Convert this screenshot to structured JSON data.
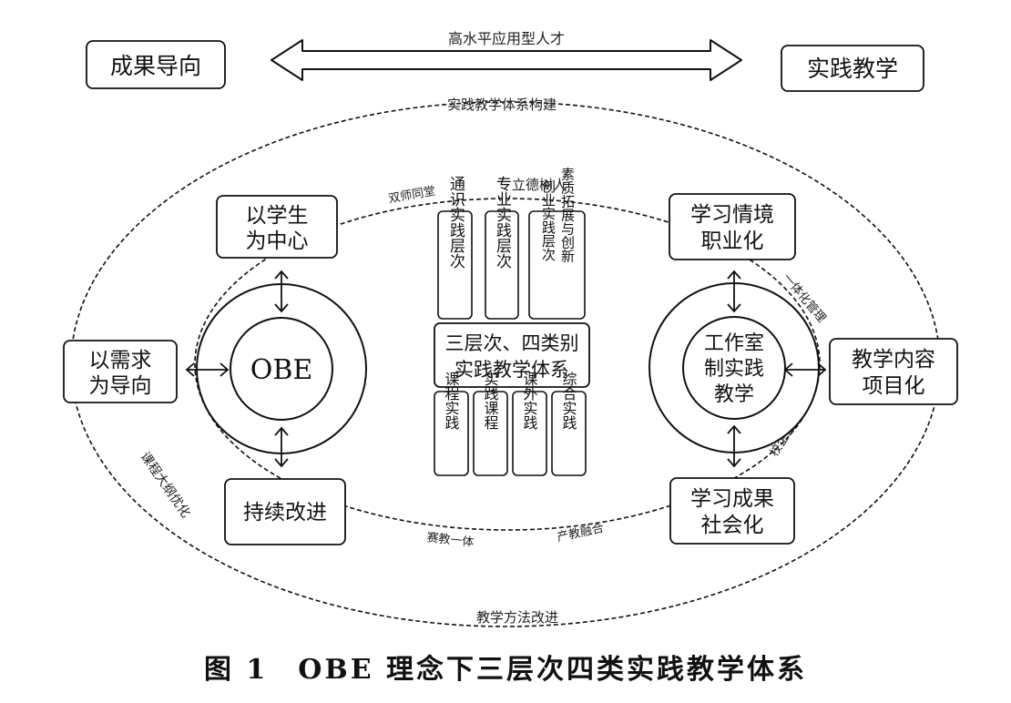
{
  "top": {
    "left_box": "成果导向",
    "right_box": "实践教学",
    "arrow_label": "高水平应用型人才"
  },
  "outer_ellipse": {
    "top_label": "实践教学体系构建",
    "bottom_label": "教学方法改进",
    "left_label": "课程大纲优化"
  },
  "inner_ellipse": {
    "top_label": "立德树人",
    "top_left_label": "双师同堂",
    "right_upper_label": "一体化管理",
    "right_lower_label": "校企合作",
    "bottom_left_label": "赛教一体",
    "bottom_right_label": "产教融合"
  },
  "left_cluster": {
    "center": "OBE",
    "top_box": [
      "以学生",
      "为中心"
    ],
    "left_box": [
      "以需求",
      "为导向"
    ],
    "bottom_box": "持续改进"
  },
  "right_cluster": {
    "center": [
      "工作室",
      "制实践",
      "教学"
    ],
    "top_box": [
      "学习情境",
      "职业化"
    ],
    "right_box": [
      "教学内容",
      "项目化"
    ],
    "bottom_box": [
      "学习成果",
      "社会化"
    ]
  },
  "center": {
    "title": [
      "三层次、四类别",
      "实践教学体系"
    ],
    "levels": [
      {
        "lines": [
          "通识实践层次"
        ]
      },
      {
        "lines": [
          "专业实践层次"
        ]
      },
      {
        "lines": [
          "素质拓展与创新",
          "创业实践层次"
        ]
      }
    ],
    "categories": [
      "课程实践",
      "实践课程",
      "课外实践",
      "综合实践"
    ]
  },
  "caption": "图 1　OBE 理念下三层次四类实践教学体系"
}
